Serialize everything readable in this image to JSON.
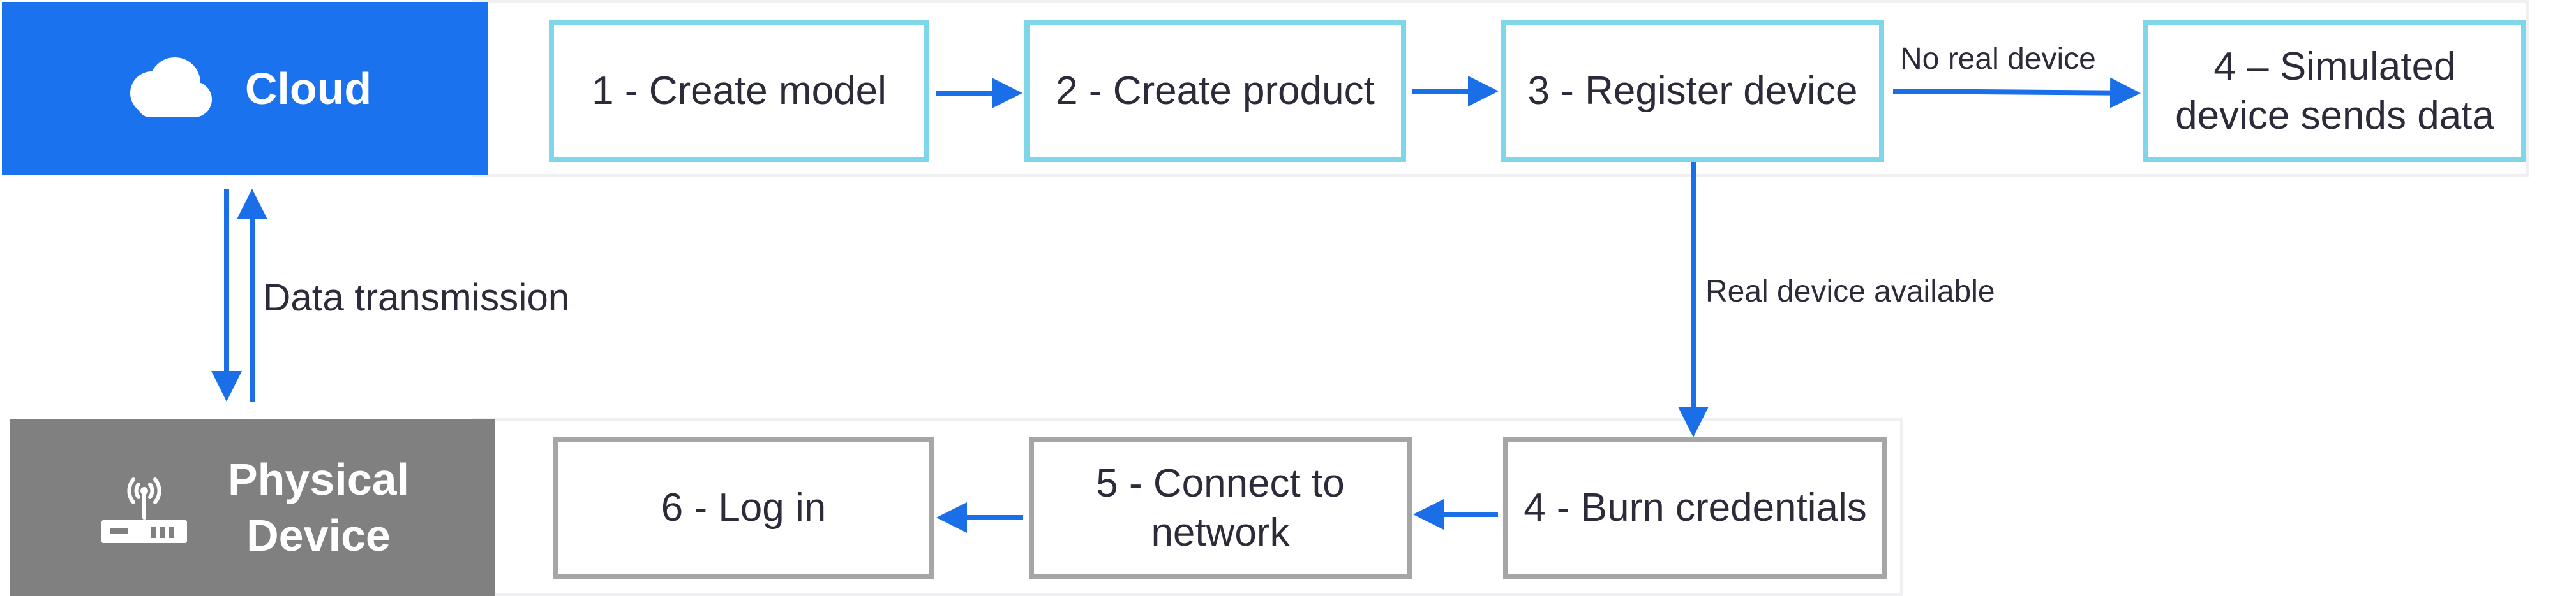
{
  "colors": {
    "cloud_header": "#1a72ee",
    "device_header": "#808080",
    "cloud_step_border": "#7fd5ea",
    "device_step_border": "#a6a6a6",
    "arrow": "#1a6fe8"
  },
  "cloud_lane": {
    "title": "Cloud",
    "icon": "cloud-icon",
    "steps": {
      "create_model": "1 - Create model",
      "create_product": "2 - Create product",
      "register_device": "3 - Register device",
      "simulated_device": "4 – Simulated\ndevice sends data"
    }
  },
  "device_lane": {
    "title": "Physical\nDevice",
    "icon": "router-icon",
    "steps": {
      "burn_credentials": "4 - Burn credentials",
      "connect_network": "5 - Connect to\nnetwork",
      "log_in": "6 - Log in"
    }
  },
  "labels": {
    "data_transmission": "Data transmission",
    "no_real_device": "No real device",
    "real_device_available": "Real device available"
  }
}
